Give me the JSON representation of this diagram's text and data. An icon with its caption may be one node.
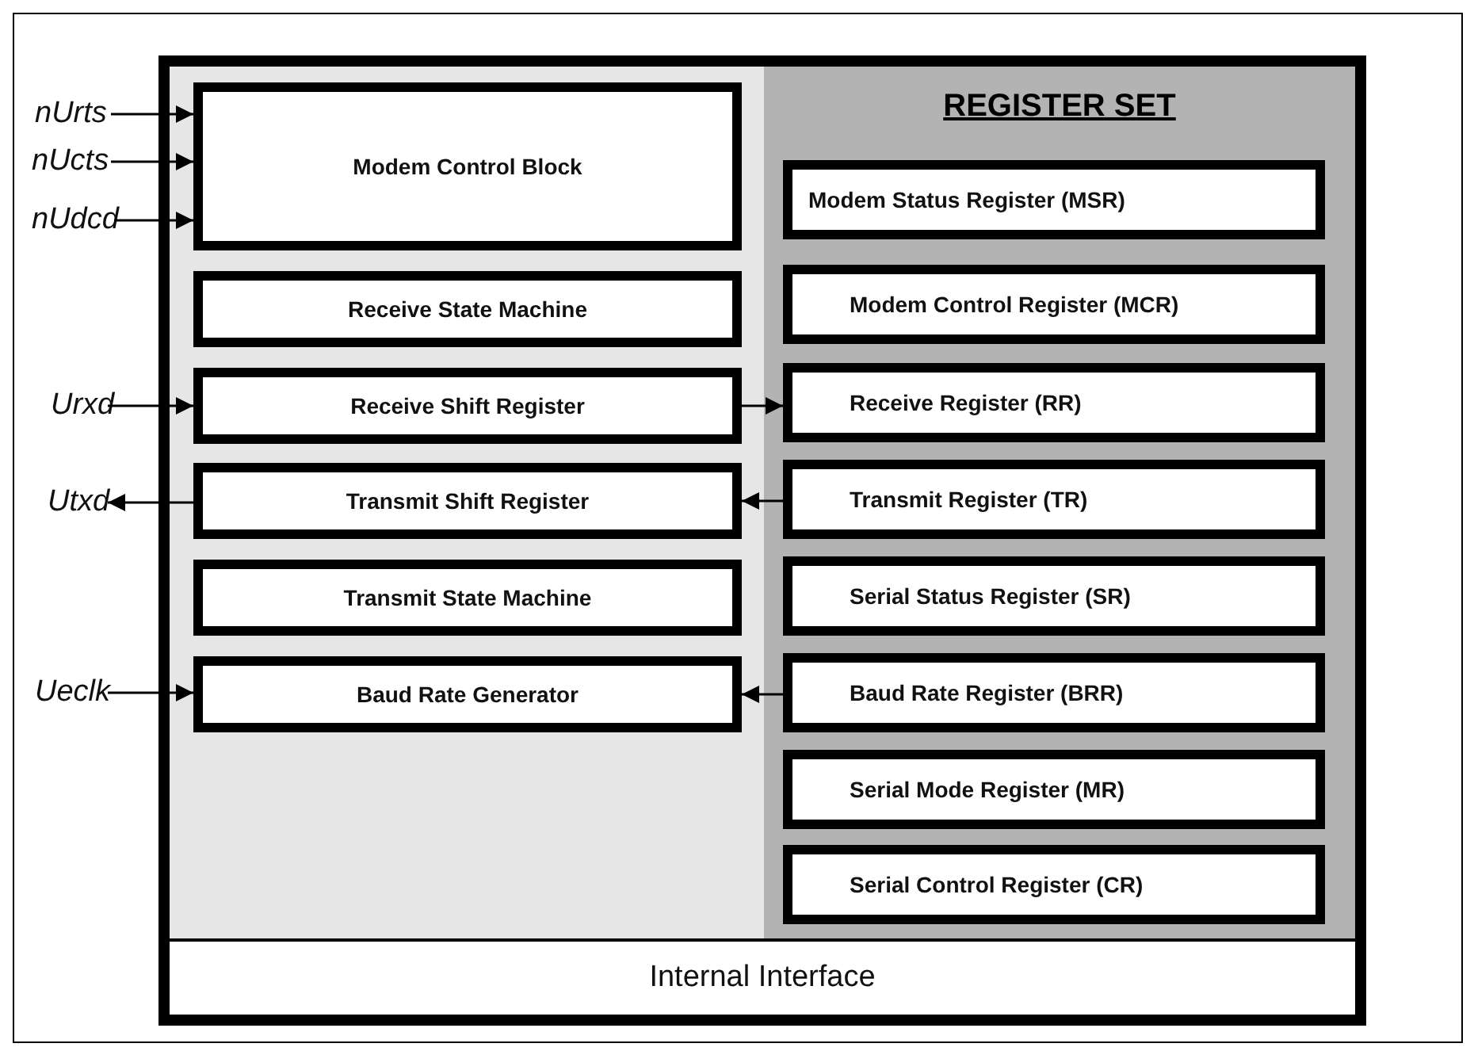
{
  "diagram": {
    "nodes": [
      {
        "text": [
          "nUrts"
        ]
      },
      {
        "text": [
          "nUcts"
        ]
      },
      {
        "text": [
          "nUdcd"
        ]
      },
      {
        "text": [
          "Modem Control Block"
        ]
      },
      {
        "text": [
          "REGISTER SET"
        ]
      },
      {
        "text": [
          "Modem Status Register (MSR)"
        ],
        "in": 4
      },
      {
        "text": [
          "Receive State Machine"
        ]
      },
      {
        "text": [
          "Modem Control Register (MCR)"
        ],
        "in": 4
      },
      {
        "text": [
          "Urxd"
        ]
      },
      {
        "text": [
          "Receive Shift Register"
        ]
      },
      {
        "text": [
          "Receive Register (RR)"
        ],
        "in": 4
      },
      {
        "text": [
          "Utxd"
        ]
      },
      {
        "text": [
          "Transmit Shift Register"
        ]
      },
      {
        "text": [
          "Transmit Register (TR)"
        ],
        "in": 4
      },
      {
        "text": [
          "Transmit State Machine"
        ]
      },
      {
        "text": [
          "Serial Status Register (SR)"
        ],
        "in": 4
      },
      {
        "text": [
          "Ueclk"
        ]
      },
      {
        "text": [
          "Baud Rate Generator"
        ]
      },
      {
        "text": [
          "Baud Rate Register (BRR)"
        ],
        "in": 4
      },
      {
        "text": [
          "Serial Mode Register (MR)"
        ],
        "in": 4
      },
      {
        "text": [
          "Serial Control Register (CR)"
        ],
        "in": 4
      },
      {
        "text": [
          "Internal Interface"
        ]
      }
    ],
    "edges": [
      {
        "from": 0,
        "to": 3,
        "arrow": "to"
      },
      {
        "from": 1,
        "to": 3,
        "arrow": "to"
      },
      {
        "from": 2,
        "to": 3,
        "arrow": "to"
      },
      {
        "from": 8,
        "to": 9,
        "arrow": "to"
      },
      {
        "from": 9,
        "to": 10,
        "arrow": "to"
      },
      {
        "from": 12,
        "to": 11,
        "arrow": "to"
      },
      {
        "from": 13,
        "to": 12,
        "arrow": "to"
      },
      {
        "from": 16,
        "to": 17,
        "arrow": "to"
      },
      {
        "from": 18,
        "to": 17,
        "arrow": "to"
      }
    ]
  }
}
